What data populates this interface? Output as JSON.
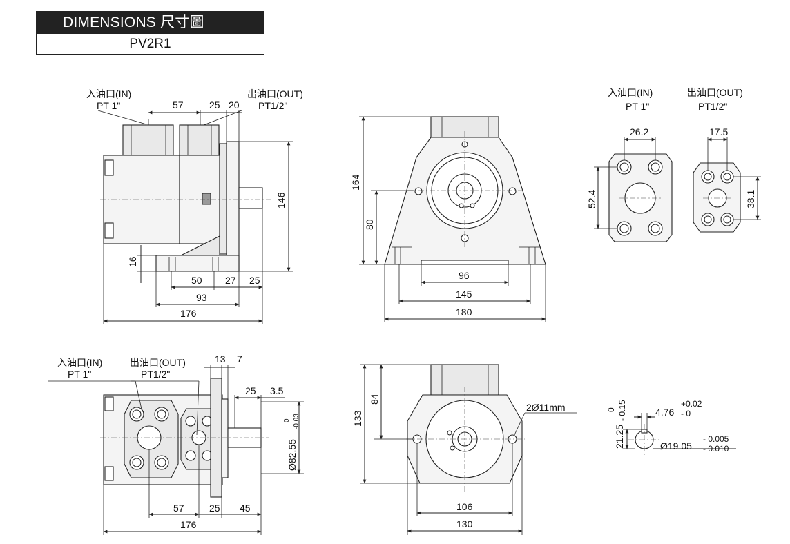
{
  "header": {
    "title": "DIMENSIONS  尺寸圖",
    "model": "PV2R1"
  },
  "ports": {
    "in_label": "入油口(IN)",
    "in_thread": "PT  1\"",
    "out_label": "出油口(OUT)",
    "out_thread": "PT1/2\""
  },
  "dimensions": {
    "side_top": [
      "57",
      "25",
      "20"
    ],
    "side_height": "146",
    "side_foot": "16",
    "side_bottom_row": [
      "50",
      "27",
      "25"
    ],
    "side_93": "93",
    "side_176": "176",
    "front_164": "164",
    "front_80": "80",
    "front_96": "96",
    "front_145": "145",
    "front_180": "180",
    "flange_in_26_2": "26.2",
    "flange_in_52_4": "52.4",
    "flange_out_17_5": "17.5",
    "flange_out_38_1": "38.1",
    "top_13": "13",
    "top_7": "7",
    "top_25": "25",
    "top_3_5": "3.5",
    "top_shaft_dia": "Ø82.55",
    "top_shaft_tol_upper": "0",
    "top_shaft_tol_lower": "-0.03",
    "top_57": "57",
    "top_25b": "25",
    "top_45": "45",
    "top_176": "176",
    "rear_133": "133",
    "rear_84": "84",
    "rear_holes": "2Ø11mm",
    "rear_106": "106",
    "rear_130": "130",
    "key_width": "4.76",
    "key_width_tol_upper": "+0.02",
    "key_width_tol_lower": "-  0",
    "key_height": "21.25",
    "key_height_tol_upper": "0",
    "key_height_tol_lower": "- 0.15",
    "shaft_dia": "Ø19.05",
    "shaft_tol_upper": "- 0.005",
    "shaft_tol_lower": "- 0.010"
  }
}
